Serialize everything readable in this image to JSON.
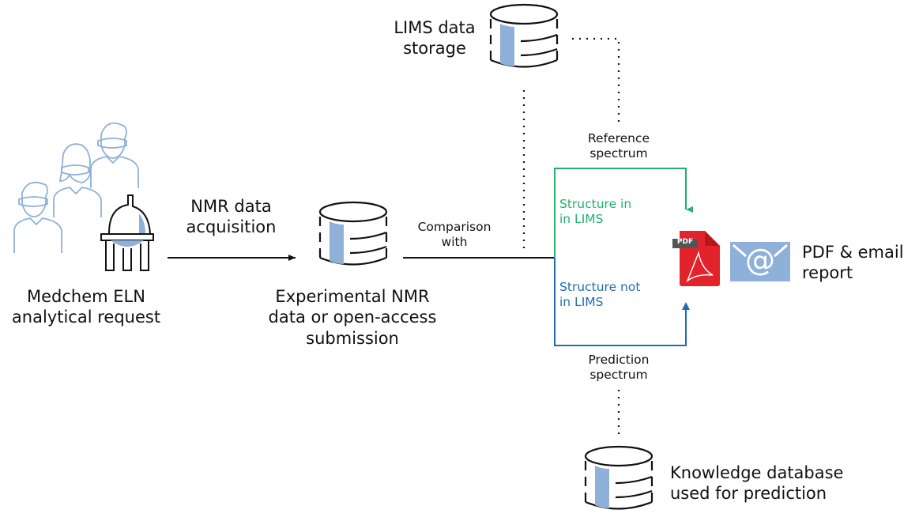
{
  "colors": {
    "icon_blue": "#8fb0d8",
    "green": "#1fb36b",
    "blue": "#1f6fad",
    "pdf_red": "#e3232c",
    "text": "#111111"
  },
  "nodes": {
    "request": {
      "label_line1": "Medchem ELN",
      "label_line2": "analytical request"
    },
    "acquisition": {
      "label_line1": "NMR data",
      "label_line2": "acquisition"
    },
    "experimental": {
      "label_line1": "Experimental NMR",
      "label_line2": "data or open-access",
      "label_line3": "submission"
    },
    "lims": {
      "label_line1": "LIMS data",
      "label_line2": "storage"
    },
    "comparison": {
      "label_line1": "Comparison",
      "label_line2": "with"
    },
    "reference": {
      "label_line1": "Reference",
      "label_line2": "spectrum"
    },
    "prediction": {
      "label_line1": "Prediction",
      "label_line2": "spectrum"
    },
    "in_lims": {
      "label_line1": "Structure in",
      "label_line2": "in LIMS"
    },
    "not_in_lims": {
      "label_line1": "Structure not",
      "label_line2": "in LIMS"
    },
    "report": {
      "label_line1": "PDF & email",
      "label_line2": "report",
      "pdf_badge": "PDF",
      "at_symbol": "@"
    },
    "knowledge": {
      "label_line1": "Knowledge database",
      "label_line2": "used for prediction"
    }
  }
}
